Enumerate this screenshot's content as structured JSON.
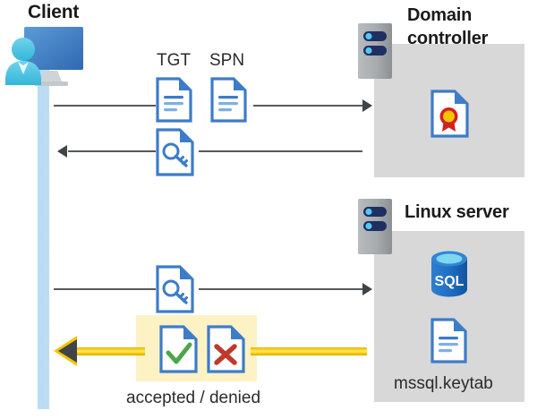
{
  "diagram": {
    "title_client": "Client",
    "title_domain_controller": "Domain controller",
    "title_linux_server": "Linux server",
    "labels": {
      "tgt": "TGT",
      "spn": "SPN",
      "accepted_denied": "accepted / denied",
      "keytab": "mssql.keytab"
    },
    "icons": {
      "client": "client-workstation-icon",
      "rack_dc": "server-rack-icon",
      "rack_linux": "server-rack-icon",
      "tgt_doc": "document-icon",
      "spn_doc": "document-icon",
      "ticket_doc": "document-key-icon",
      "service_ticket_doc": "document-key-icon",
      "certificate": "certificate-document-icon",
      "sql": "sql-database-icon",
      "keytab_doc": "document-icon",
      "accepted_doc": "document-check-icon",
      "denied_doc": "document-cross-icon"
    },
    "colors": {
      "panel_gray": "#d8d8d8",
      "lifeline_blue": "#b9dcf4",
      "doc_blue": "#3d7cc9",
      "accent_yellow": "#ffd92e",
      "highlight_yellow": "#fcf2c4",
      "check_green": "#4aa746",
      "cross_red": "#c0392b",
      "arrow_gray": "#3f4448",
      "rack_navy": "#1f2f62",
      "sql_blue": "#1f6fc4",
      "seal_red": "#d32020",
      "seal_gold": "#f5c400"
    },
    "flows": [
      {
        "name": "client-to-dc-request",
        "direction": "right",
        "payload": "TGT + SPN"
      },
      {
        "name": "dc-to-client-ticket",
        "direction": "left",
        "payload": "service ticket"
      },
      {
        "name": "client-to-linux-ticket",
        "direction": "right",
        "payload": "service ticket"
      },
      {
        "name": "linux-to-client-result",
        "direction": "left",
        "payload": "accepted / denied"
      }
    ]
  }
}
